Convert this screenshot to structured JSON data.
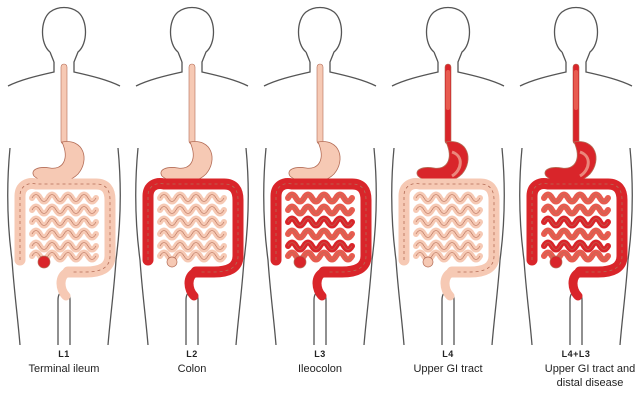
{
  "panels": [
    {
      "code": "L1",
      "label": "Terminal ileum",
      "label_line2": ""
    },
    {
      "code": "L2",
      "label": "Colon",
      "label_line2": ""
    },
    {
      "code": "L3",
      "label": "Ileocolon",
      "label_line2": ""
    },
    {
      "code": "L4",
      "label": "Upper GI tract",
      "label_line2": ""
    },
    {
      "code": "L4+L3",
      "label": "Upper GI tract and",
      "label_line2": "distal disease"
    }
  ],
  "colors": {
    "outline": "#555555",
    "organ": "#f6c9b4",
    "organ_stroke": "#b46d57",
    "inflamed": "#d9252a",
    "inflamed_light": "#e85b4f"
  }
}
